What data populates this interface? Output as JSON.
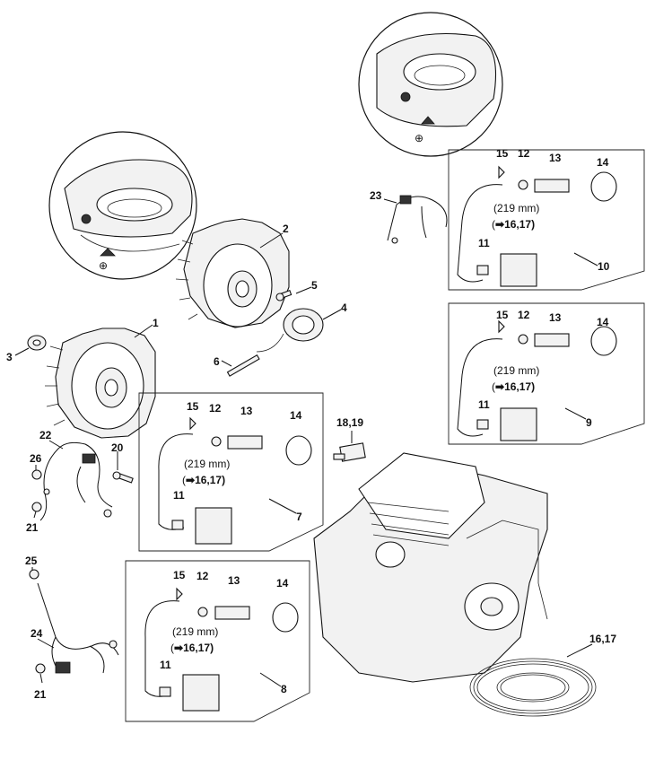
{
  "callouts": {
    "flywheel_a": "1",
    "flywheel_b": "2",
    "nut": "3",
    "ignition_ring": "4",
    "screw_5": "5",
    "pin": "6",
    "kit_7": "7",
    "kit_8": "8",
    "kit_9": "9",
    "kit_10": "10",
    "plug": "18,19",
    "wire_20": "20",
    "harness_22": "22",
    "harness_23": "23",
    "harness_24": "24",
    "grommet_25": "25",
    "screw_26": "26",
    "screw_21a": "21",
    "screw_21b": "21",
    "wire_roll": "16,17"
  },
  "kit_labels": {
    "clip": "15",
    "washer": "12",
    "connector": "13",
    "cap": "14",
    "module_nut": "11",
    "length": "(219 mm)",
    "ref_open": "(",
    "ref_arrow": "➡",
    "ref_parts": "16,17)"
  }
}
